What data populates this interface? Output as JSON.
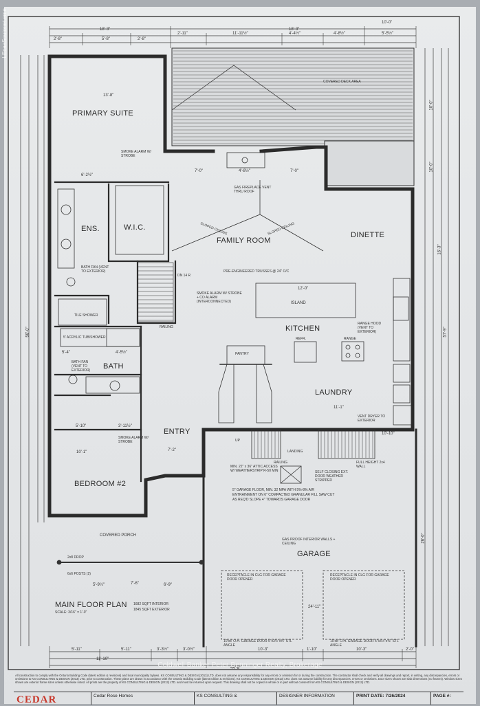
{
  "side_label": "LEcaaSoutonet.eme",
  "rooms": {
    "primary_suite": "PRIMARY SUITE",
    "ens": "ENS.",
    "wic": "W.I.C.",
    "family_room": "FAMILY ROOM",
    "dinette": "DINETTE",
    "kitchen": "KITCHEN",
    "island": "ISLAND",
    "bath": "BATH",
    "laundry": "LAUNDRY",
    "entry": "ENTRY",
    "bedroom2": "BEDROOM #2",
    "covered_porch": "COVERED PORCH",
    "garage": "GARAGE",
    "pantry": "PANTRY",
    "landing": "LANDING",
    "covered_deck": "COVERED DECK AREA"
  },
  "notes": {
    "smoke_alarm_strobe": "SMOKE ALARM W/ STROBE",
    "smoke_alarm_strobe2": "SMOKE ALARM W/ STROBE",
    "smoke_co_alarm": "SMOKE ALARM W/ STROBE + CO ALARM (INTERCONNECTED)",
    "gas_fireplace": "GAS FIREPLACE VENT THRU ROOF",
    "sloped_ceiling_l": "SLOPED CEILING",
    "sloped_ceiling_r": "SLOPED CEILING",
    "trusses": "PRE-ENGINEERED TRUSSES @ 24\" O/C",
    "bath_fan_ens": "BATH FAN (VENT TO EXTERIOR)",
    "bath_fan": "BATH FAN (VENT TO EXTERIOR)",
    "shower": "TILE SHOWER",
    "tub": "5' ACRYLIC TUB/SHOWER",
    "range_hood": "RANGE HOOD (VENT TO EXTERIOR)",
    "range": "RANGE",
    "refr": "REFR.",
    "vent_dryer": "VENT DRYER TO EXTERIOR",
    "railing1": "RAILING",
    "railing2": "RAILING",
    "dn": "DN 14 R",
    "up": "UP",
    "full_height": "FULL HEIGHT 2x4 WALL",
    "attic_access": "MIN. 22\" x 36\" ATTIC ACCESS W/ WEATHERSTRIP R-50 MIN",
    "self_closing": "SELF CLOSING EXT. DOOR WEATHER STRIPPED",
    "garage_floor": "5\" GARAGE FLOOR, MIN. 32 MPA WITH 5%-8% AIR ENTRAINMENT ON 6\" COMPACTED GRANULAR FILL SAW CUT AS REQ'D SLOPE 4\" TOWARDS GARAGE DOOR",
    "gas_proof": "GAS PROOF INTERIOR WALLS + CEILING",
    "receptacle_l": "RECEPTACLE IN CLG FOR GARAGE DOOR OPENER",
    "receptacle_r": "RECEPTACLE IN CLG FOR GARAGE DOOR OPENER",
    "posts": "6x6 POSTS (2)",
    "drop": "2x8 DROP",
    "door_l": "10'x8' O.H. GARAGE DOOR  5\"x3½\"x⅜\" STL ANGLE",
    "door_r": "10'x8' O.H. GARAGE DOOR  5\"x3½\"x⅜\" STL ANGLE"
  },
  "dimensions": {
    "top1": "18'-3\"",
    "top2": "18'-3\"",
    "top3": "10'-0\"",
    "top_a": "2'-8\"",
    "top_b": "5'-8\"",
    "top_c": "2'-8\"",
    "top_d": "2'-11\"",
    "top_e": "11'-11½\"",
    "top_f": "4'-4½\"",
    "top_g": "4'-8½\"",
    "top_h": "5'-5½\"",
    "primary_w": "13'-8\"",
    "island_w": "12'-0\"",
    "fam_l": "7'-0\"",
    "fam_r": "7'-0\"",
    "fp": "4'-8½\"",
    "laundry_w": "11'-1\"",
    "bed_w": "10'-1\"",
    "entry_w": "7'-2\"",
    "bath_w": "5'-4\"",
    "bath_w2": "4'-5½\"",
    "ens_w": "6'-2½\"",
    "dim_510": "5'-10\"",
    "dim_3115": "3'-11½\"",
    "dim_1010": "10'-10\"",
    "porch_a": "5'-9½\"",
    "porch_b": "7'-6\"",
    "porch_c": "6'-9\"",
    "garage_inner": "24'-11\"",
    "bot_a": "5'-11\"",
    "bot_b": "5'-11\"",
    "bot_c": "3'-3½\"",
    "bot_d": "3'-0½\"",
    "bot_e": "10'-3\"",
    "bot_f": "1'-10\"",
    "bot_g": "10'-3\"",
    "bot_h": "2'-0\"",
    "bot_i": "11'-10\"",
    "bot_total": "44'-8\"",
    "left_total": "58'-0\"",
    "right_total": "57'-9\"",
    "right_a": "10'-0\"",
    "right_b": "10'-0\"",
    "right_c": "16'-3\"",
    "right_d": "26'-0\""
  },
  "plan_title": {
    "title": "MAIN FLOOR PLAN",
    "scale": "SCALE: 3/16\" = 1'-0\"",
    "area1": "1682 SQFT INTERIOR",
    "area2": "1845 SQFT EXTERIOR"
  },
  "watermark": "Coldwell Banker Peter Benninger Realty, Brokerage",
  "disclaimer": "All construction to comply with the Ontario Building Code (latest edition & revisions) and local municipality bylaws. KS CONSULTING & DESIGN (2013) LTD. does not assume any responsibility for any errors or omission for or during the construction. The contractor shall check and verify all drawings and report, in writing, any discrepancies, errors or omissions to KS CONSULTING & DESIGN (2013) LTD. prior to construction. These plans are drawn in accordance with the Ontario Building Code (latest edition & revisions). KS CONSULTING & DESIGN (2013) LTD. does not assume liability for any discrepancies, errors or omissions. Door sizes shown are slab dimensions (no frames). Window sizes shown are exterior frame sizes unless otherwise noted. All prints are the property of KS CONSULTING & DESIGN (2013) LTD. and must be returned upon request. This drawing shall not be copied in whole or in part without consent from KS CONSULTING & DESIGN (2013) LTD.",
  "title_block": {
    "logo": "CEDAR",
    "company": "Cedar Rose Homes",
    "consultant": "KS CONSULTING &",
    "designer": "DESIGNER INFORMATION",
    "print_label": "PRINT DATE:",
    "print_date": "7/26/2024",
    "page_label": "PAGE #:"
  },
  "colors": {
    "wall": "#2b2b2b",
    "line": "#3a3a3a",
    "paper": "#e6e8ea"
  }
}
